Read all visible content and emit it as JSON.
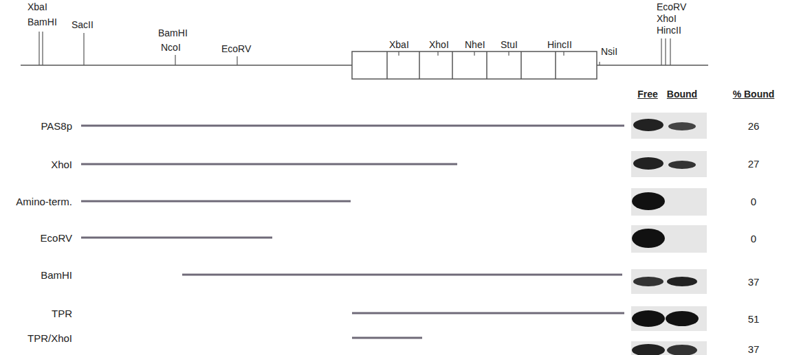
{
  "diagram": {
    "labels": [
      "XbaI",
      "BamHI",
      "SacII",
      "BamHI",
      "NcoI",
      "EcoRV",
      "XbaI",
      "XhoI",
      "NheI",
      "StuI",
      "HincII",
      "NsiI",
      "EcoRV",
      "XhoI",
      "HincII",
      "PAS8p",
      "XhoI",
      "Amino-term.",
      "EcoRV",
      "BamHI",
      "TPR",
      "TPR/XhoI",
      "Free",
      "Bound",
      "% Bound",
      "26",
      "27",
      "0",
      "0",
      "37",
      "51",
      "37"
    ]
  }
}
